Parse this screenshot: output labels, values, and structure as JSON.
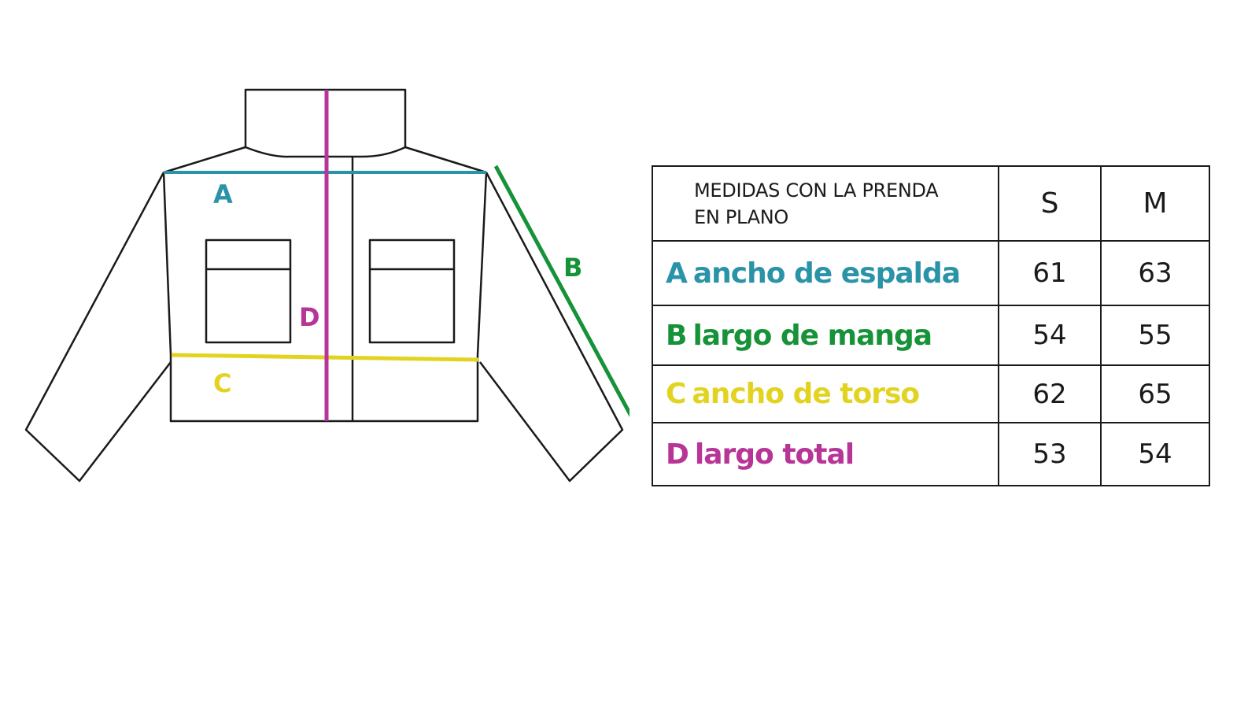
{
  "diagram": {
    "labels": {
      "a": "A",
      "b": "B",
      "c": "C",
      "d": "D"
    }
  },
  "table": {
    "header": {
      "line1": "MEDIDAS CON LA PRENDA",
      "line2": "EN PLANO",
      "sizes": [
        "S",
        "M"
      ]
    },
    "rows": [
      {
        "letter": "A",
        "label": "ancho de espalda",
        "values": [
          "61",
          "63"
        ],
        "color": "#2a93a8"
      },
      {
        "letter": "B",
        "label": "largo de manga",
        "values": [
          "54",
          "55"
        ],
        "color": "#169238"
      },
      {
        "letter": "C",
        "label": "ancho de torso",
        "values": [
          "62",
          "65"
        ],
        "color": "#e3d321"
      },
      {
        "letter": "D",
        "label": "largo total",
        "values": [
          "53",
          "54"
        ],
        "color": "#b83598"
      }
    ]
  },
  "colors": {
    "outline": "#1a1a1a",
    "a": "#2a93a8",
    "b": "#169238",
    "c": "#e3d321",
    "d": "#b83598"
  }
}
